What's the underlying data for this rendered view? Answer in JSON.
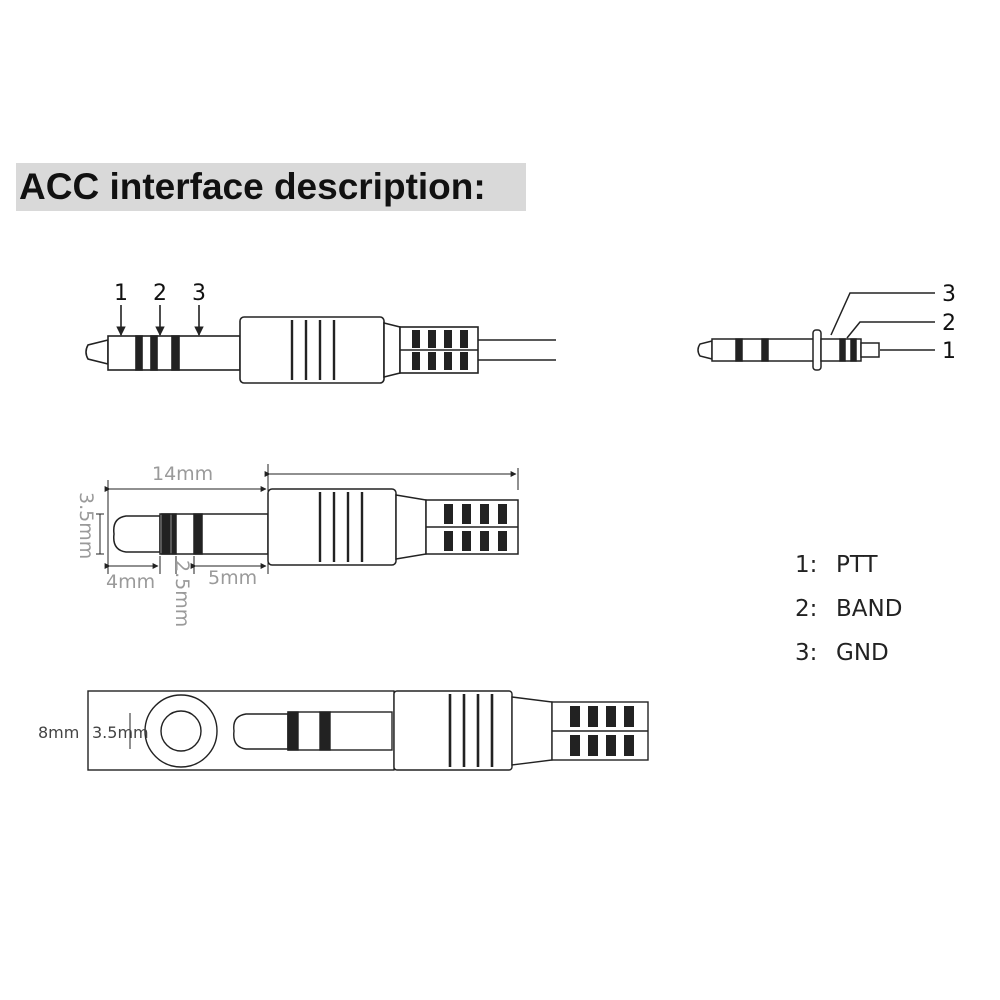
{
  "title": "ACC interface description:",
  "top_plug": {
    "labels": [
      "1",
      "2",
      "3"
    ]
  },
  "side_plug": {
    "labels": [
      "3",
      "2",
      "1"
    ]
  },
  "dimensions": {
    "total_length": "14mm",
    "diameter": "3.5mm",
    "tip_length": "4mm",
    "ring_gap": "2.5mm",
    "sleeve_length": "5mm",
    "housing_diameter": "8mm",
    "housing_plug_diameter": "3.5mm"
  },
  "legend": [
    {
      "num": "1:",
      "name": "PTT"
    },
    {
      "num": "2:",
      "name": "BAND"
    },
    {
      "num": "3:",
      "name": "GND"
    }
  ]
}
